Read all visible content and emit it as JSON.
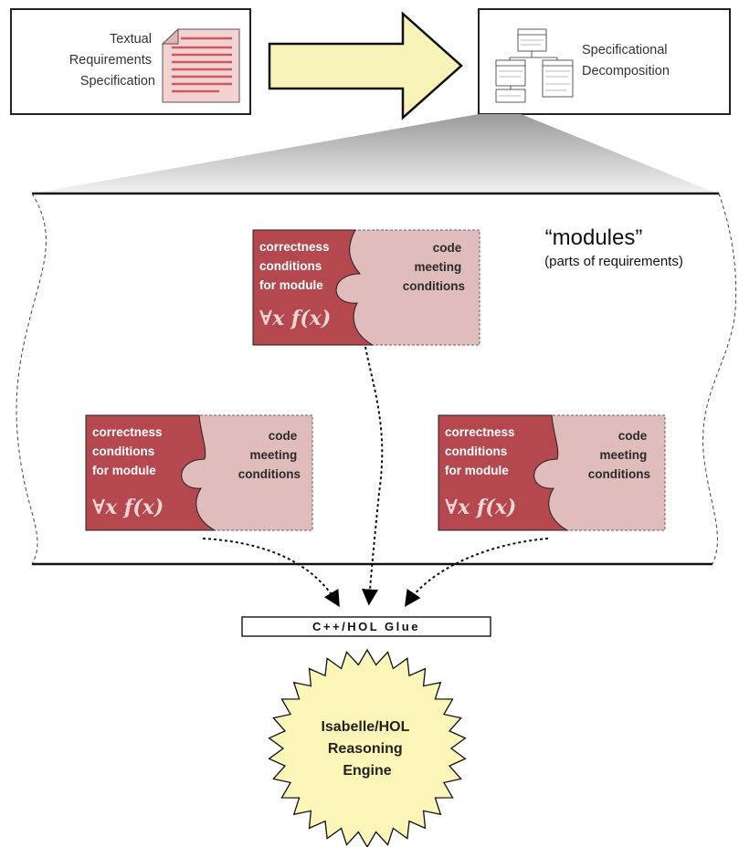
{
  "top": {
    "textual_box": {
      "line1": "Textual",
      "line2": "Requirements",
      "line3": "Specification"
    },
    "decomposition_box": {
      "line1": "Specificational",
      "line2": "Decomposition"
    }
  },
  "modules": {
    "title": "“modules”",
    "subtitle": "(parts of requirements)"
  },
  "puzzle_piece": {
    "left_line1": "correctness",
    "left_line2": "conditions",
    "left_line3": "for module",
    "formula": "∀x f(x)",
    "right_line1": "code",
    "right_line2": "meeting",
    "right_line3": "conditions"
  },
  "glue": {
    "label": "C++/HOL Glue"
  },
  "engine": {
    "line1": "Isabelle/HOL",
    "line2": "Reasoning",
    "line3": "Engine"
  },
  "colors": {
    "dark_red": "#b5474e",
    "light_pink": "#e0bcbc",
    "arrow_fill": "#f8f3b8",
    "engine_fill": "#fbf6b8",
    "doc_fill": "#f4d2d2",
    "doc_lines": "#c95a63"
  }
}
